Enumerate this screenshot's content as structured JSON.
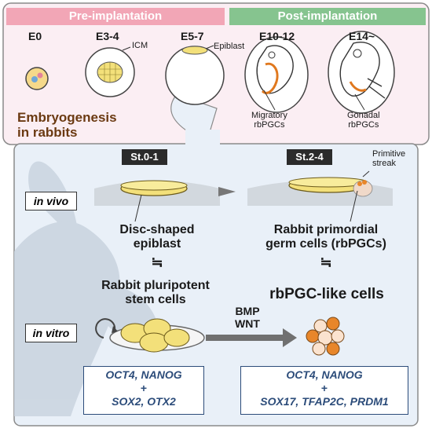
{
  "phases": {
    "pre": {
      "label": "Pre-implantation",
      "color": "#f2a6b6"
    },
    "post": {
      "label": "Post-implantation",
      "color": "#86c48f"
    }
  },
  "stages_top": [
    "E0",
    "E3-4",
    "E5-7",
    "E10-12",
    "E14~"
  ],
  "top_labels": {
    "icm": "ICM",
    "epiblast": "Epiblast",
    "migratory": "Migratory\nrbPGCs",
    "gonadal": "Gonadal\nrbPGCs"
  },
  "section_title": "Embryogenesis\nin rabbits",
  "stage_tags": {
    "left": "St.0-1",
    "right": "St.2-4"
  },
  "mode_tags": {
    "in_vivo": "in vivo",
    "in_vitro": "in vitro"
  },
  "primitive_streak": "Primitive\nstreak",
  "disc_label": "Disc-shaped\nepiblast",
  "rbpgc_label": "Rabbit primordial\ngerm cells (rbPGCs)",
  "approx_symbol": "≒",
  "stem_label": "Rabbit pluripotent\nstem cells",
  "pgclc_label": "rbPGC-like cells",
  "induction": "BMP\nWNT",
  "markers_left": {
    "line1": "OCT4, NANOG",
    "plus": "+",
    "line2": "SOX2, OTX2"
  },
  "markers_right": {
    "line1": "OCT4, NANOG",
    "plus": "+",
    "line2": "SOX17, TFAP2C, PRDM1"
  },
  "colors": {
    "top_bg": "#fbeef3",
    "bottom_bg": "#e9f0f8",
    "title_brown": "#6b3a12",
    "epiblast_yellow": "#f2e27a",
    "pgc_orange": "#e8862a"
  }
}
